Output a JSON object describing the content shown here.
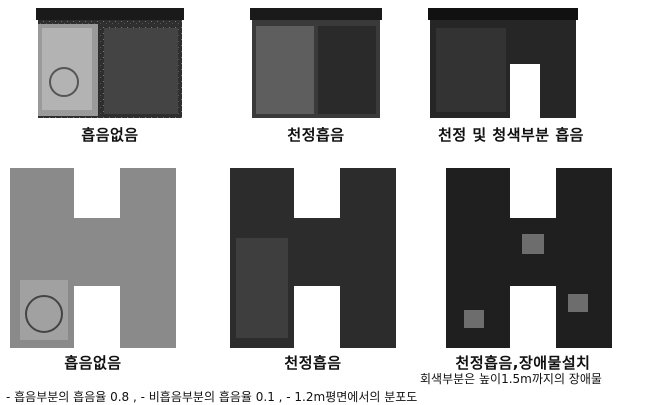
{
  "panels": [
    {
      "caption": "흡음없음"
    },
    {
      "caption": "천정흡음"
    },
    {
      "caption": "천정 및 청색부분 흡음"
    },
    {
      "caption": "흡음없음"
    },
    {
      "caption": "천정흡음"
    },
    {
      "caption": "천정흡음,장애물설치"
    }
  ],
  "note": "회색부분은 높이1.5m까지의 장애물",
  "footer": "- 흡음부분의 흡음율 0.8 , - 비흡음부분의 흡음율 0.1 , - 1.2m평면에서의 분포도"
}
